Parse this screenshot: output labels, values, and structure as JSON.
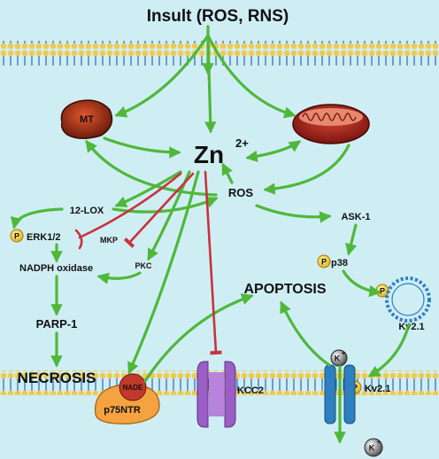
{
  "title": "Insult (ROS, RNS)",
  "nodes": {
    "mt": "MT",
    "zinc": "Zn",
    "zinc_charge": "2+",
    "ros": "ROS",
    "lox": "12-LOX",
    "erk": "ERK1/2",
    "mkp": "MKP",
    "nadph": "NADPH oxidase",
    "pkc": "PKC",
    "parp": "PARP-1",
    "necrosis": "NECROSIS",
    "apoptosis": "APOPTOSIS",
    "ask1": "ASK-1",
    "p38": "p38",
    "kv21_vesicle": "Kv2.1",
    "kv21_channel": "Kv2.1",
    "kcc2": "KCC2",
    "p75": "p75NTR",
    "nade": "NADE",
    "p_badge": "P",
    "k_ion": "K",
    "k_charge": "+"
  },
  "colors": {
    "background": "#cfeef4",
    "activation_arrow": "#4fb83a",
    "inhibition": "#c8323e",
    "membrane_head": "#f2c94c",
    "membrane_tail": "#3b6fb0",
    "channel": "#2d7fbf",
    "kcc2": "#9a5fc4",
    "p75ntr": "#f4a340",
    "mitochondrion": "#b5241c",
    "mt": "#a93418"
  }
}
